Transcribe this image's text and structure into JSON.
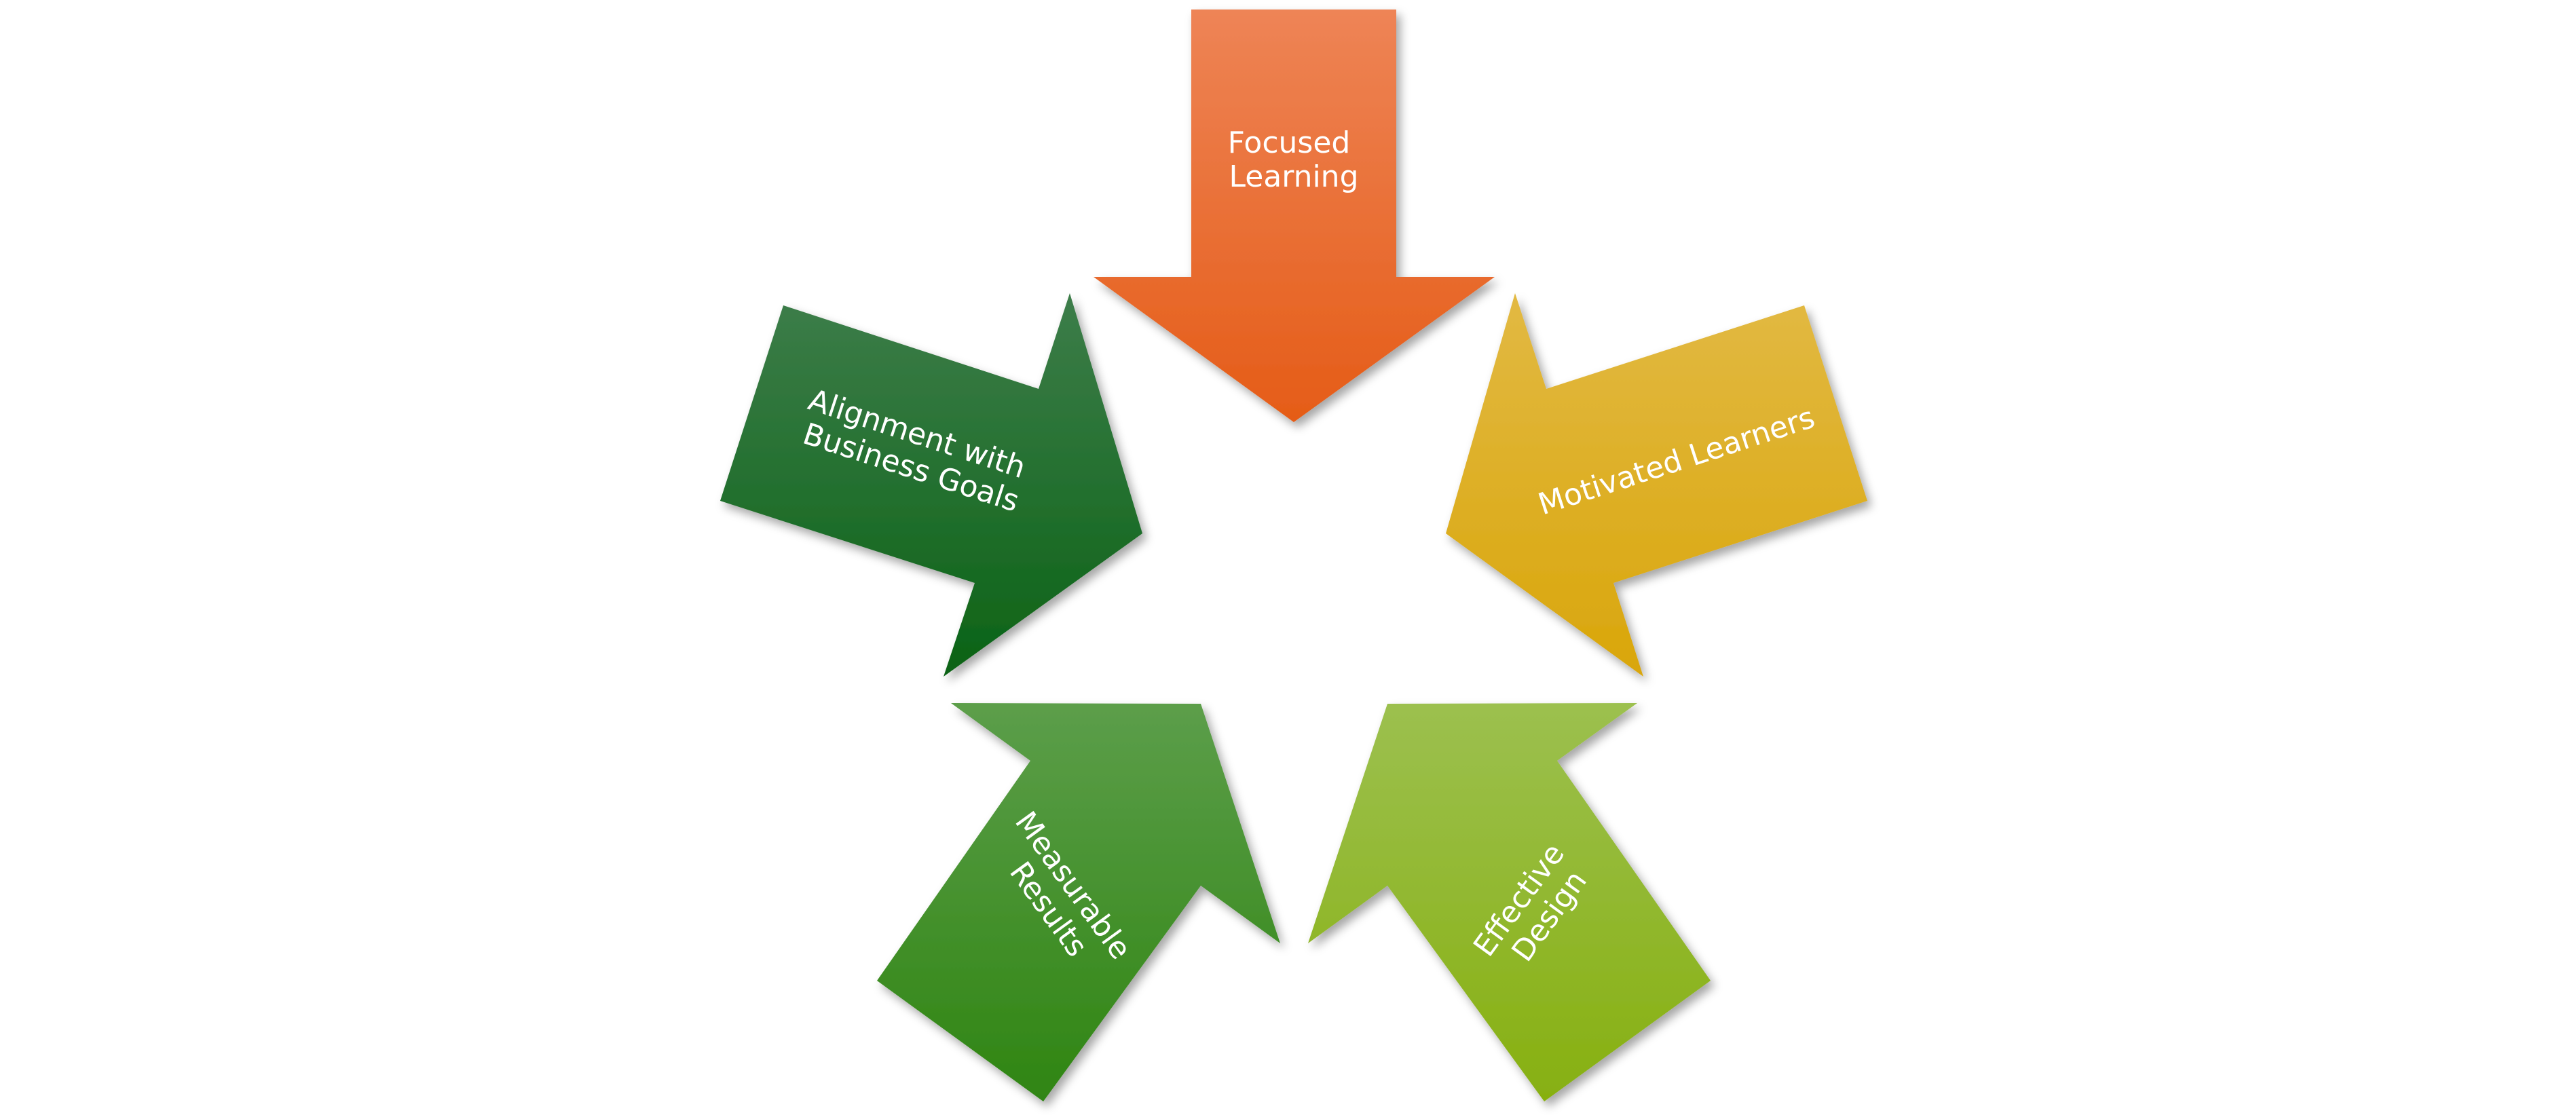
{
  "diagram": {
    "arrows": [
      {
        "id": "focused-learning",
        "lines": [
          "Focused",
          "Learning"
        ],
        "color_top": "#EE8456",
        "color_bottom": "#E55C17"
      },
      {
        "id": "motivated-learners",
        "lines": [
          "Motivated Learners"
        ],
        "color_top": "#E2B943",
        "color_bottom": "#D9A60A"
      },
      {
        "id": "effective-design",
        "lines": [
          "Effective",
          "Design"
        ],
        "color_top": "#9CC04F",
        "color_bottom": "#87B010"
      },
      {
        "id": "measurable-results",
        "lines": [
          "Measurable",
          "Results"
        ],
        "color_top": "#5C9E4A",
        "color_bottom": "#2F8512"
      },
      {
        "id": "alignment-business-goals",
        "lines": [
          "Alignment with",
          "Business Goals"
        ],
        "color_top": "#3D7D4A",
        "color_bottom": "#0B6315"
      }
    ]
  }
}
